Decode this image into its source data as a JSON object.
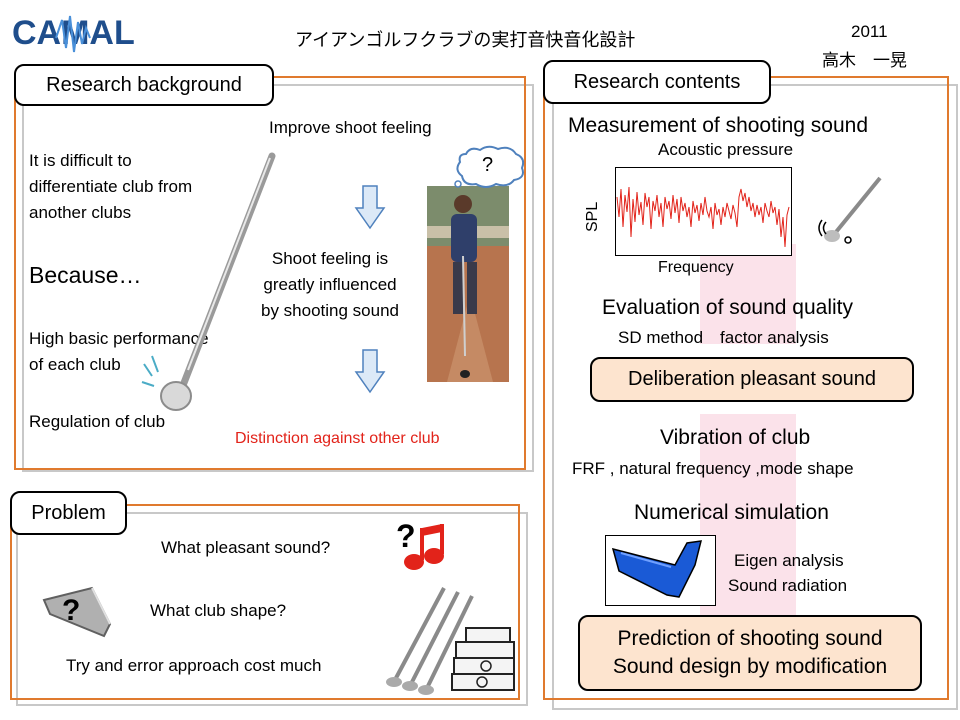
{
  "header": {
    "logo_text": "CAMAL",
    "title": "アイアンゴルフクラブの実打音快音化設計",
    "year": "2011",
    "author": "高木　一晃"
  },
  "background": {
    "tag": "Research background",
    "improve": "Improve shoot feeling",
    "difficult": [
      "It is difficult to",
      "differentiate club from",
      "another clubs"
    ],
    "because": "Because…",
    "high_perf": [
      "High basic performance",
      "of each club"
    ],
    "regulation": "Regulation of club",
    "feeling": [
      "Shoot feeling is",
      "greatly influenced",
      "by shooting sound"
    ],
    "distinction": "Distinction against other club",
    "bubble_mark": "?"
  },
  "problem": {
    "tag": "Problem",
    "pleasant": "What pleasant sound?",
    "shape": "What club shape?",
    "cost": "Try and error approach cost much",
    "question_mark": "?"
  },
  "contents": {
    "tag": "Research contents",
    "measurement": "Measurement of shooting sound",
    "acoustic": "Acoustic pressure",
    "spl": "SPL",
    "frequency": "Frequency",
    "evaluation": "Evaluation of sound quality",
    "sd_method": "SD method　factor analysis",
    "deliberation": "Deliberation pleasant sound",
    "vibration": "Vibration of club",
    "frf": "FRF , natural frequency ,mode shape",
    "numerical": "Numerical simulation",
    "eigen": "Eigen analysis",
    "radiation": "Sound radiation",
    "prediction": "Prediction of shooting sound",
    "sound_design": "Sound design by modification"
  },
  "colors": {
    "orange": "#e07a2e",
    "red_text": "#e2231a",
    "peach": "#fde4cf",
    "arrow_fill": "#dce9f7",
    "arrow_stroke": "#4f81bd"
  }
}
